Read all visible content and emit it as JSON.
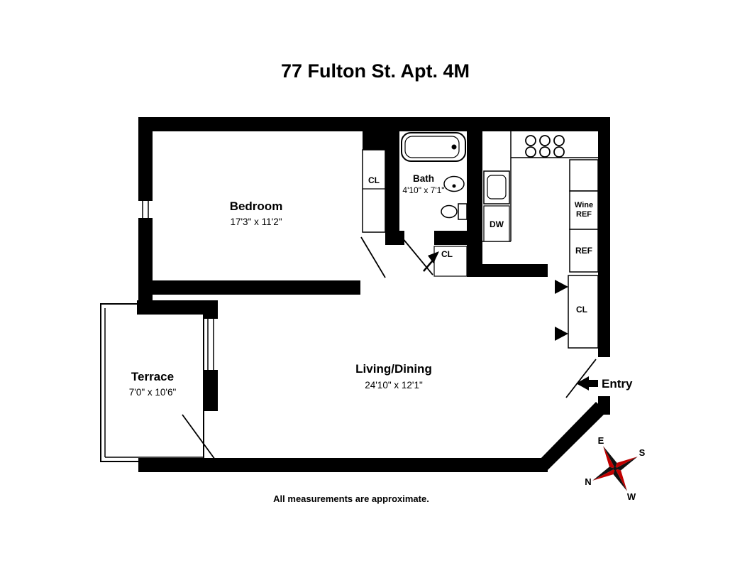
{
  "title": "77 Fulton St. Apt. 4M",
  "footer_note": "All measurements are approximate.",
  "rooms": {
    "bedroom": {
      "name": "Bedroom",
      "dims": "17'3\" x 11'2\""
    },
    "bath": {
      "name": "Bath",
      "dims": "4'10\" x 7'1\""
    },
    "terrace": {
      "name": "Terrace",
      "dims": "7'0\" x 10'6\""
    },
    "living_dining": {
      "name": "Living/Dining",
      "dims": "24'10\" x 12'1\""
    }
  },
  "labels": {
    "bedroom_closet": "CL",
    "hall_closet": "CL",
    "entry_closet": "CL",
    "dishwasher": "DW",
    "wine_ref_line1": "Wine",
    "wine_ref_line2": "REF",
    "refrigerator": "REF",
    "entry": "Entry"
  },
  "compass": {
    "east": "E",
    "south": "S",
    "north": "N",
    "west": "W"
  },
  "colors": {
    "wall": "#000000",
    "compass_red": "#c00000",
    "background": "#ffffff"
  }
}
